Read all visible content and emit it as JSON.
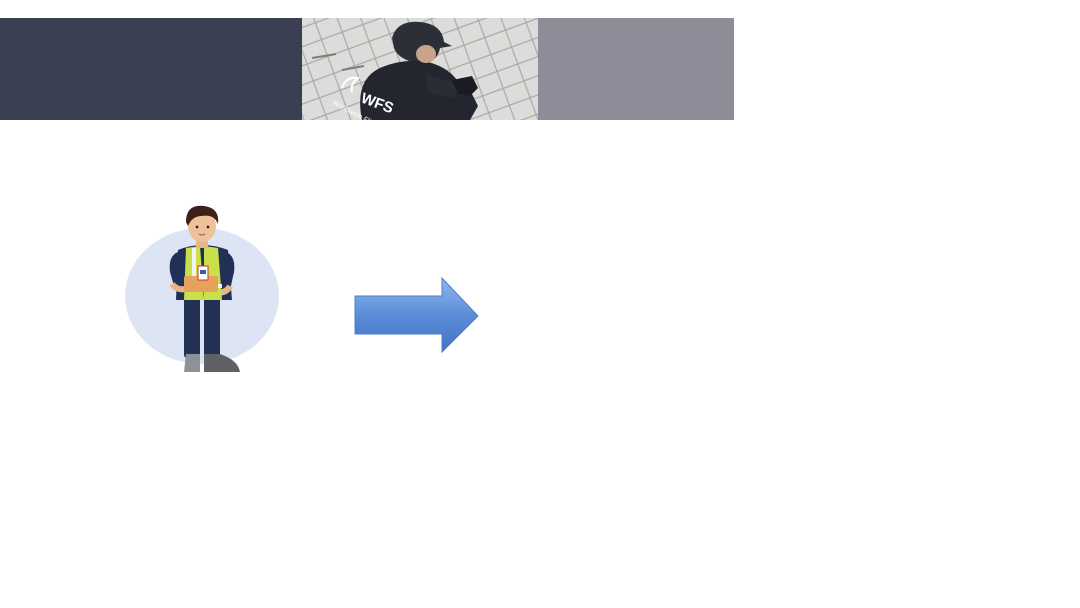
{
  "banner": {
    "photo": {
      "logo_text": "WFS",
      "logo_subtext": "Worldwide Flight Services"
    }
  },
  "illustration": {
    "subject": "ground-handling-worker",
    "circle_color": "#dde4f3",
    "vest_color": "#c9e04a"
  },
  "arrow": {
    "direction": "right",
    "color": "#5b8ed8"
  },
  "colors": {
    "banner_left": "#3a3f51",
    "banner_right": "#8e8c99"
  }
}
